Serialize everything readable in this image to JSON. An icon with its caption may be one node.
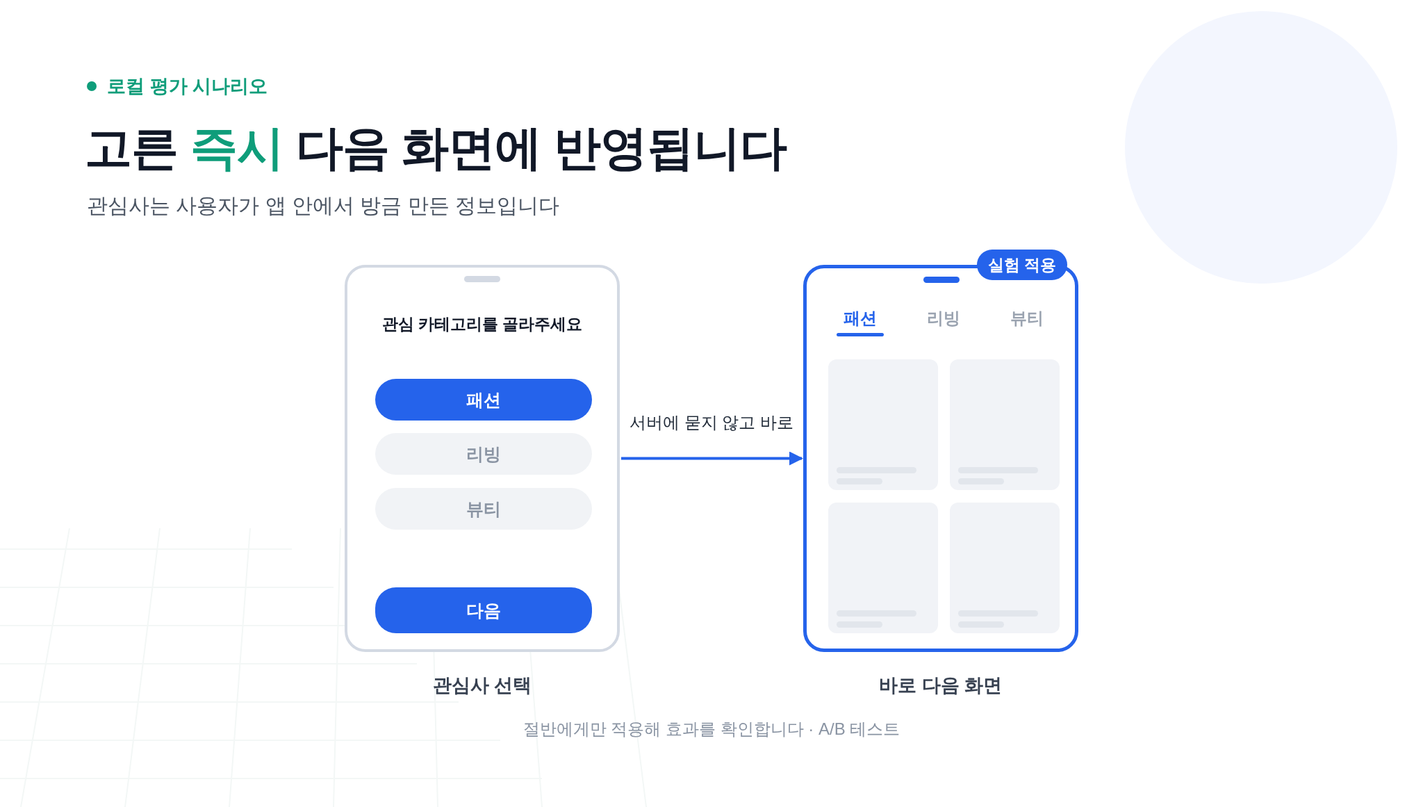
{
  "diagram": {
    "title": "고른 **즉시** 다음 화면에 반영됩니다",
    "nodes": [
      {
        "text": [
          "관심 카테고리를 골라주세요"
        ],
        "beside": [
          "관심사 선택"
        ]
      },
      {
        "text": [
          "패션"
        ],
        "in": 0
      },
      {
        "text": [
          "리빙"
        ],
        "in": 0
      },
      {
        "text": [
          "뷰티"
        ],
        "in": 0
      },
      {
        "text": [
          "다음"
        ],
        "in": 0
      },
      {
        "text": [
          "패션",
          "리빙",
          "뷰티"
        ],
        "beside": [
          "바로 다음 화면"
        ]
      },
      {
        "text": [
          "실험 적용"
        ]
      },
      {
        "text": [],
        "shape": "box",
        "in": 5
      },
      {
        "text": [],
        "shape": "box",
        "in": 5
      },
      {
        "text": [],
        "shape": "box",
        "in": 5
      },
      {
        "text": [],
        "shape": "box",
        "in": 5
      }
    ],
    "edges": [
      {
        "from": 0,
        "to": 5,
        "arrow": "to",
        "label": "서버에 묻지 않고 바로"
      }
    ],
    "labels": [
      "로컬 평가 시나리오",
      "관심사는 사용자가 앱 안에서 방금 만든 정보입니다",
      "절반에게만 적용해 효과를 확인합니다 · A/B 테스트"
    ]
  }
}
